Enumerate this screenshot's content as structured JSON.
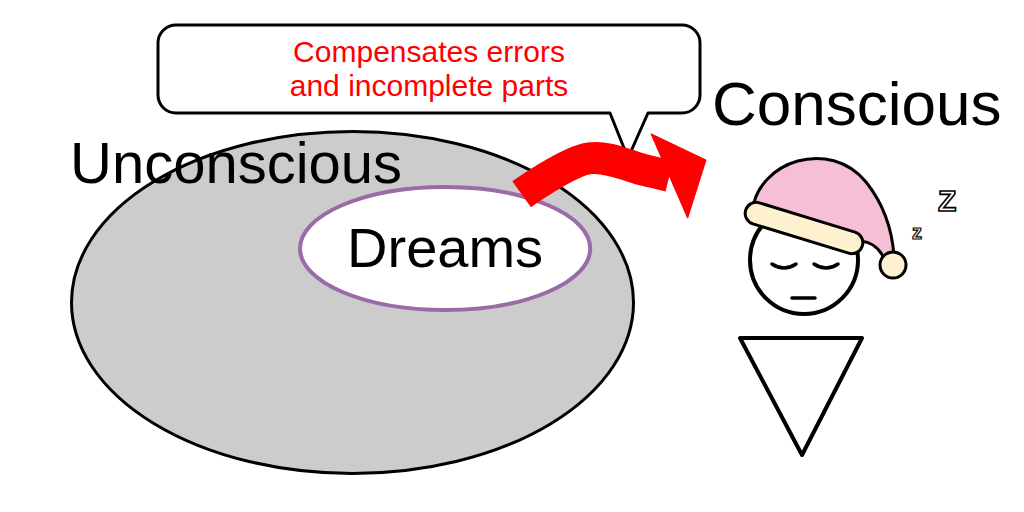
{
  "diagram": {
    "nodes": [
      {
        "text": [
          "Compensates errors and incomplete parts"
        ]
      },
      {
        "text": [
          "Unconscious"
        ]
      },
      {
        "text": [
          "Dreams"
        ],
        "in": 1
      },
      {
        "text": [
          "Conscious"
        ]
      }
    ],
    "edges": [
      {
        "from": 2,
        "to": 3,
        "arrow": "to"
      }
    ],
    "labels": [
      "Z",
      "z"
    ]
  }
}
